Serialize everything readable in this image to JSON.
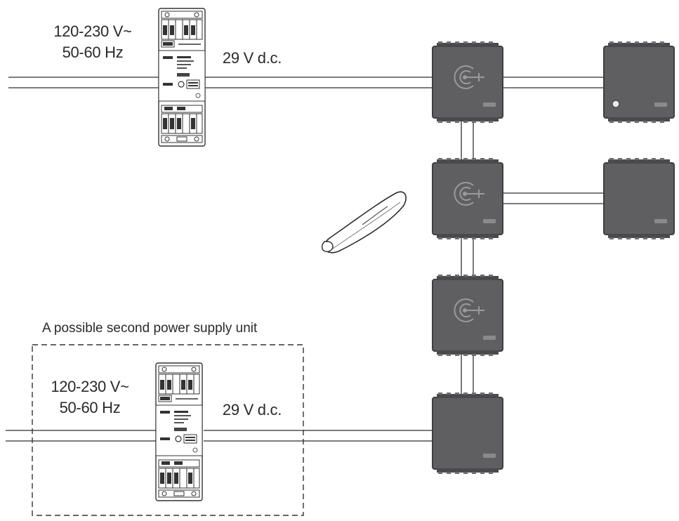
{
  "supply_1": {
    "input_voltage": "120-230 V~",
    "input_frequency": "50-60 Hz",
    "output_voltage": "29 V d.c."
  },
  "supply_2": {
    "caption": "A possible second power supply unit",
    "input_voltage": "120-230 V~",
    "input_frequency": "50-60 Hz",
    "output_voltage": "29 V d.c."
  },
  "colors": {
    "device": "#5f5f62",
    "device_edge": "#454548",
    "wire": "#6a6a6a",
    "line": "#2a2a2a"
  }
}
